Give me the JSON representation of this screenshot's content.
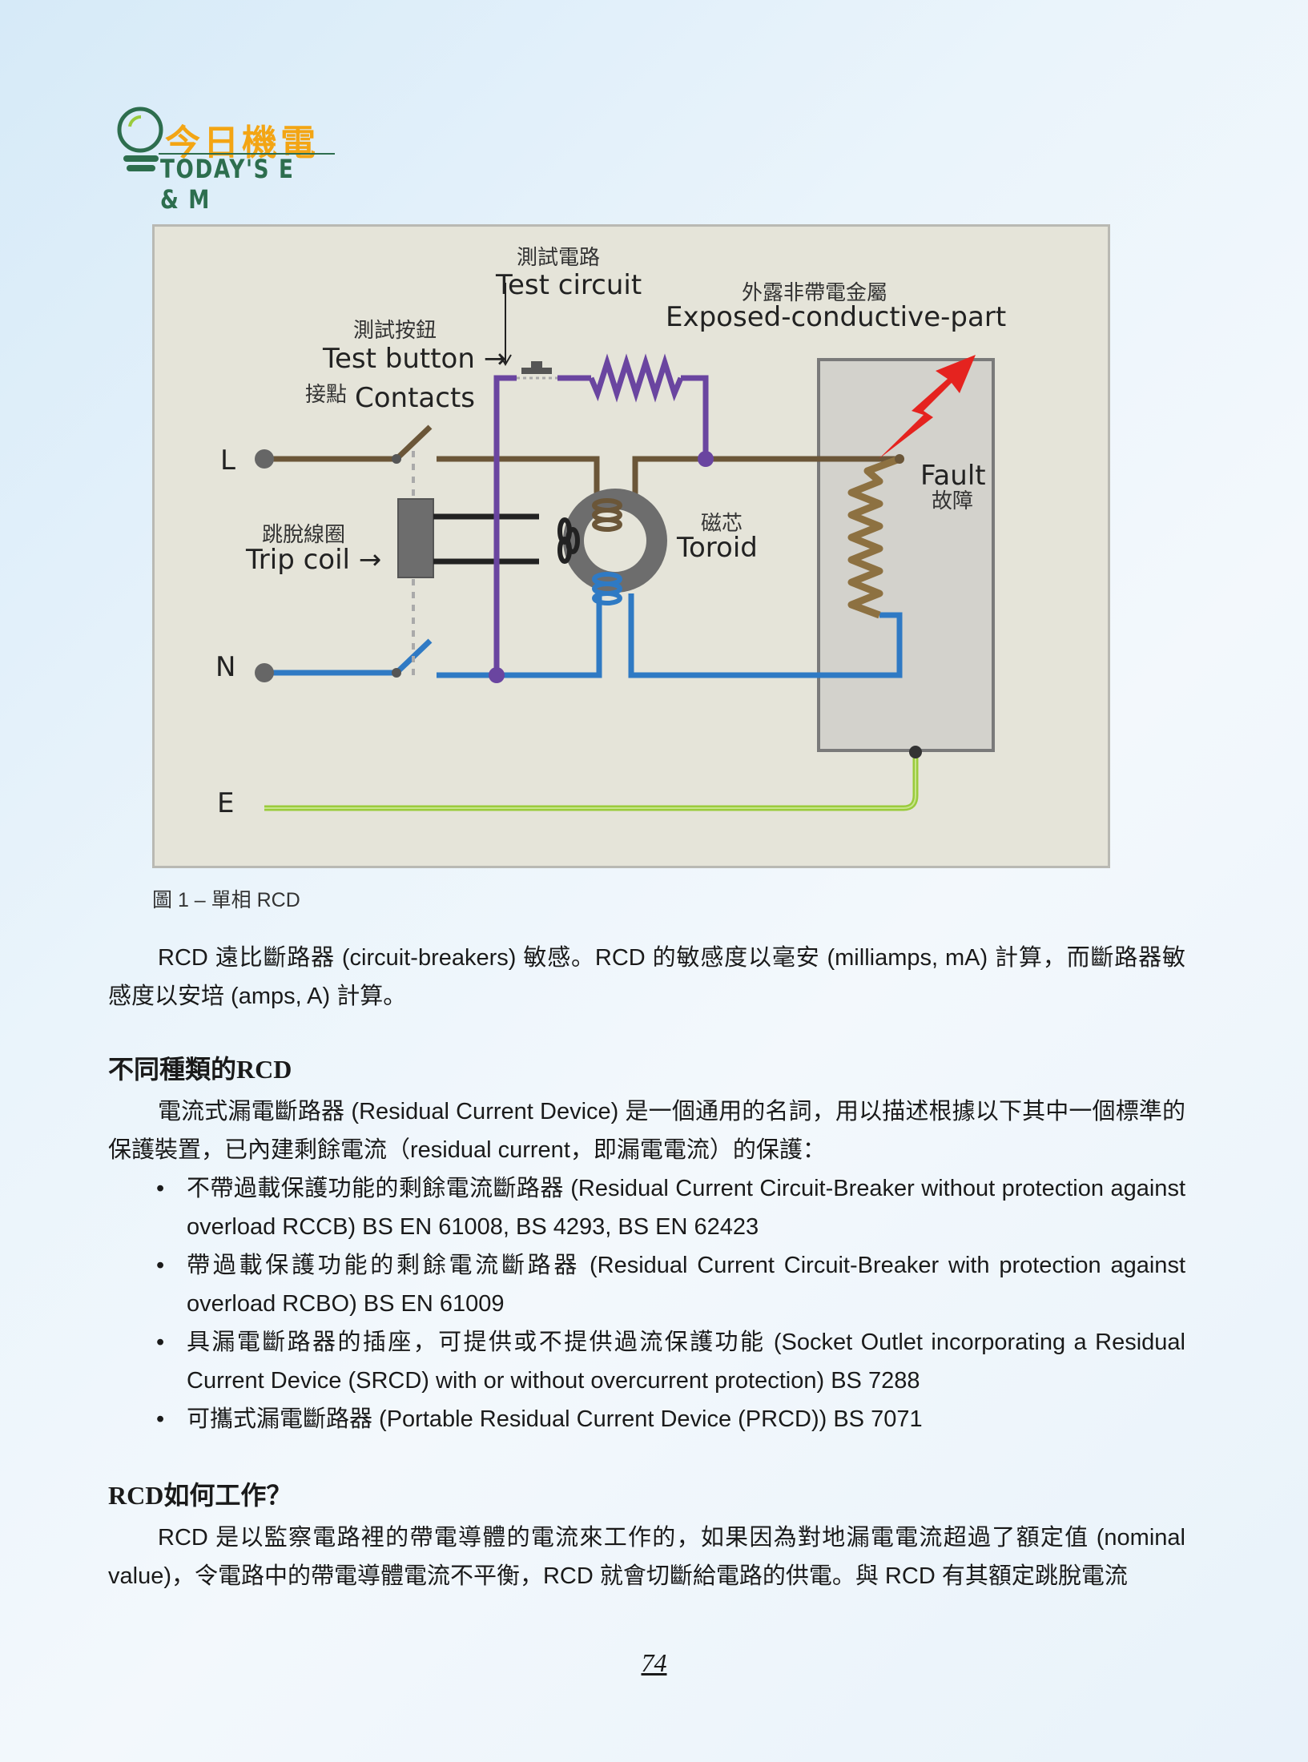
{
  "logo": {
    "cn": "今日機電",
    "en": "TODAY'S E & M"
  },
  "figure": {
    "labels": {
      "test_circuit_cn": "測試電路",
      "test_circuit_en": "Test circuit",
      "exposed_cn": "外露非帶電金屬",
      "exposed_en": "Exposed-conductive-part",
      "test_button_cn": "測試按鈕",
      "test_button_en": "Test button →",
      "contacts_cn": "接點",
      "contacts_en": "Contacts",
      "trip_coil_cn": "跳脫線圈",
      "trip_coil_en": "Trip coil →",
      "toroid_cn": "磁芯",
      "toroid_en": "Toroid",
      "fault_en": "Fault",
      "fault_cn": "故障",
      "L": "L",
      "N": "N",
      "E": "E"
    },
    "colors": {
      "live": "#6b5638",
      "neutral": "#2f7ac4",
      "test": "#6a45a0",
      "earth": "#9acb3c",
      "fault": "#e5231f"
    },
    "caption": "圖 1 – 單相 RCD"
  },
  "intro": "RCD 遠比斷路器 (circuit-breakers) 敏感。RCD 的敏感度以毫安 (milliamps, mA) 計算，而斷路器敏感度以安培 (amps, A) 計算。",
  "section1": {
    "heading": "不同種類的RCD",
    "para": "電流式漏電斷路器 (Residual Current Device) 是一個通用的名詞，用以描述根據以下其中一個標準的保護裝置，已內建剩餘電流（residual current，即漏電電流）的保護：",
    "bullets": [
      "不帶過載保護功能的剩餘電流斷路器 (Residual Current Circuit-Breaker without protection against overload RCCB) BS EN 61008, BS 4293, BS EN 62423",
      "帶過載保護功能的剩餘電流斷路器 (Residual Current Circuit-Breaker with protection against overload RCBO) BS EN 61009",
      "具漏電斷路器的插座，可提供或不提供過流保護功能 (Socket Outlet incorporating a Residual Current Device (SRCD) with or without overcurrent protection) BS 7288",
      "可攜式漏電斷路器 (Portable Residual Current Device (PRCD)) BS 7071"
    ]
  },
  "section2": {
    "heading": "RCD如何工作？",
    "para": "RCD 是以監察電路裡的帶電導體的電流來工作的，如果因為對地漏電電流超過了額定值 (nominal value)，令電路中的帶電導體電流不平衡，RCD 就會切斷給電路的供電。與 RCD 有其額定跳脫電流"
  },
  "page_number": "74"
}
